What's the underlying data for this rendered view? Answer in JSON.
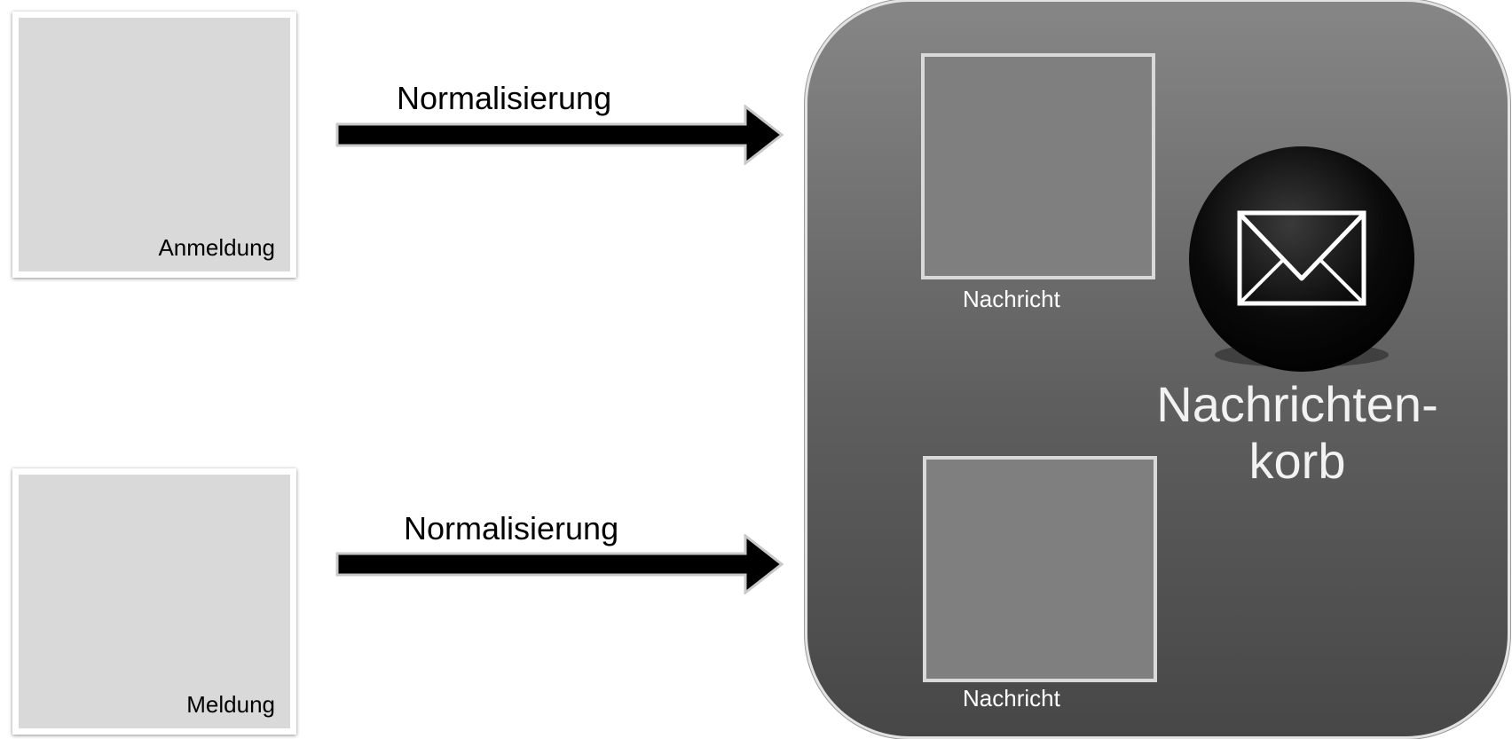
{
  "sources": [
    {
      "label": "Anmeldung"
    },
    {
      "label": "Meldung"
    }
  ],
  "arrows": [
    {
      "label": "Normalisierung"
    },
    {
      "label": "Normalisierung"
    }
  ],
  "basket": {
    "title_line1": "Nachrichten-",
    "title_line2": "korb",
    "icon": "envelope-icon",
    "messages": [
      {
        "label": "Nachricht"
      },
      {
        "label": "Nachricht"
      }
    ]
  },
  "colors": {
    "source_fill": "#d9d9d9",
    "basket_top": "#868686",
    "basket_bottom": "#474747",
    "message_fill": "#7f7f7f",
    "arrow_fill": "#000000"
  }
}
